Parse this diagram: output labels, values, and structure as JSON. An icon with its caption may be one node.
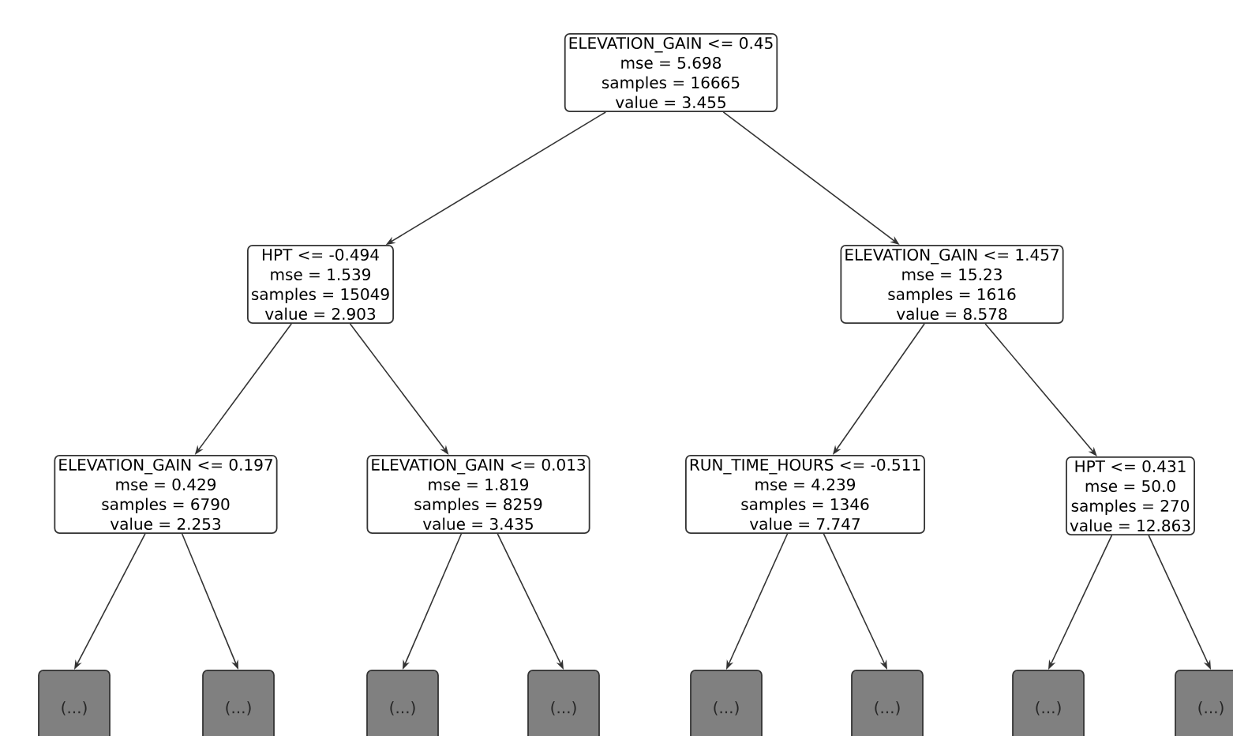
{
  "diagram": {
    "nodes": [
      {
        "text": [
          "ELEVATION_GAIN <= 0.45",
          "mse = 5.698",
          "samples = 16665",
          "value = 3.455"
        ]
      },
      {
        "text": [
          "HPT <= -0.494",
          "mse = 1.539",
          "samples = 15049",
          "value = 2.903"
        ]
      },
      {
        "text": [
          "ELEVATION_GAIN <= 1.457",
          "mse = 15.23",
          "samples = 1616",
          "value = 8.578"
        ]
      },
      {
        "text": [
          "ELEVATION_GAIN <= 0.197",
          "mse = 0.429",
          "samples = 6790",
          "value = 2.253"
        ]
      },
      {
        "text": [
          "ELEVATION_GAIN <= 0.013",
          "mse = 1.819",
          "samples = 8259",
          "value = 3.435"
        ]
      },
      {
        "text": [
          "RUN_TIME_HOURS <= -0.511",
          "mse = 4.239",
          "samples = 1346",
          "value = 7.747"
        ]
      },
      {
        "text": [
          "HPT <= 0.431",
          "mse = 50.0",
          "samples = 270",
          "value = 12.863"
        ]
      },
      {
        "text": [
          "(...)"
        ]
      },
      {
        "text": [
          "(...)"
        ]
      },
      {
        "text": [
          "(...)"
        ]
      },
      {
        "text": [
          "(...)"
        ]
      },
      {
        "text": [
          "(...)"
        ]
      },
      {
        "text": [
          "(...)"
        ]
      },
      {
        "text": [
          "(...)"
        ]
      },
      {
        "text": [
          "(...)"
        ]
      }
    ],
    "edges": [
      {
        "from": 0,
        "to": 1,
        "arrow": "to"
      },
      {
        "from": 0,
        "to": 2,
        "arrow": "to"
      },
      {
        "from": 1,
        "to": 3,
        "arrow": "to"
      },
      {
        "from": 1,
        "to": 4,
        "arrow": "to"
      },
      {
        "from": 2,
        "to": 5,
        "arrow": "to"
      },
      {
        "from": 2,
        "to": 6,
        "arrow": "to"
      },
      {
        "from": 3,
        "to": 7,
        "arrow": "to"
      },
      {
        "from": 3,
        "to": 8,
        "arrow": "to"
      },
      {
        "from": 4,
        "to": 9,
        "arrow": "to"
      },
      {
        "from": 4,
        "to": 10,
        "arrow": "to"
      },
      {
        "from": 5,
        "to": 11,
        "arrow": "to"
      },
      {
        "from": 5,
        "to": 12,
        "arrow": "to"
      },
      {
        "from": 6,
        "to": 13,
        "arrow": "to"
      },
      {
        "from": 6,
        "to": 14,
        "arrow": "to"
      }
    ]
  }
}
